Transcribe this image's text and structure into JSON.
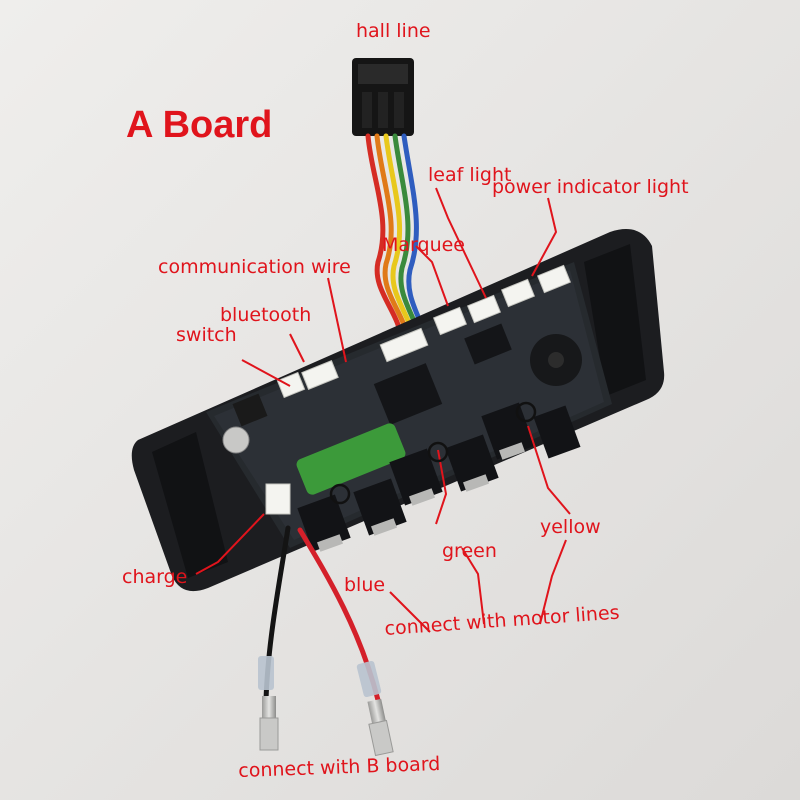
{
  "title": "A Board",
  "colors": {
    "label": "#e0141c",
    "background": "#e6e4e2",
    "board": "#1c1d20",
    "pcb": "#23262a",
    "wire_red": "#d4202a",
    "wire_black": "#141414"
  },
  "labels": {
    "hall_line": "hall line",
    "leaf_light": "leaf light",
    "power_indicator_light": "power indicator light",
    "marquee": "Marquee",
    "communication_wire": "communication wire",
    "bluetooth": "bluetooth",
    "switch": "switch",
    "charge": "charge",
    "blue": "blue",
    "green": "green",
    "yellow": "yellow",
    "connect_with_motor_lines": "connect with motor lines",
    "connect_with_b_board": "connect with B board"
  },
  "icons": [
    "connector-plug-icon",
    "spade-terminal-icon",
    "mosfet-icon",
    "buzzer-icon"
  ]
}
